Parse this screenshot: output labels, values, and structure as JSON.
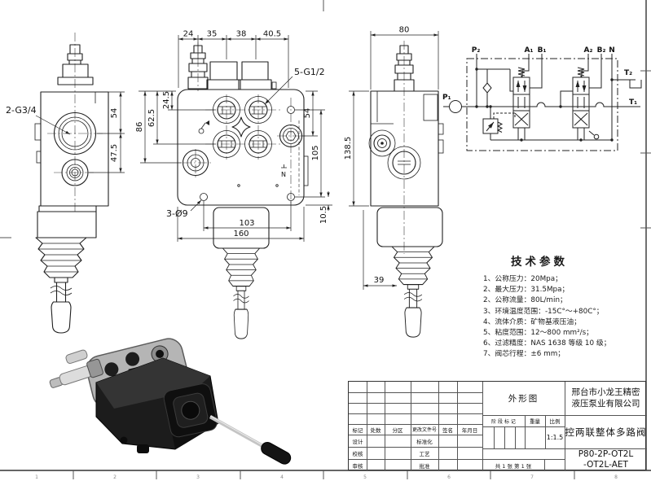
{
  "views": {
    "left": {
      "port_label": "2-G3/4",
      "d54": "54",
      "d475": "47.5"
    },
    "center": {
      "d24": "24",
      "d35": "35",
      "d38": "38",
      "d405": "40.5",
      "d86": "86",
      "d625": "62.5",
      "d245": "24.5",
      "d54": "54",
      "d105": "105",
      "d10_5": "10.5",
      "d103": "103",
      "d160": "160",
      "port_label": "5-G1/2",
      "hole_label": "3-Ø9",
      "n_mark": "N"
    },
    "right": {
      "d80": "80",
      "d1385": "138.5",
      "d39": "39"
    }
  },
  "schematic": {
    "p1": "P₁",
    "p2": "P₂",
    "a1": "A₁",
    "b1": "B₁",
    "a2": "A₂",
    "b2": "B₂",
    "n": "N",
    "t1": "T₁",
    "t2": "T₂"
  },
  "tech_params": {
    "title": "技术参数",
    "items": [
      "1、公称压力：20Mpa；",
      "2、最大压力：31.5Mpa；",
      "2、公称流量：80L/min；",
      "3、环境温度范围：-15C°～+80C°；",
      "4、流体介质：矿物基液压油；",
      "5、粘度范围：12～800 mm²/s；",
      "6、过滤精度：NAS 1638 等级 10 级；",
      "7、阀芯行程：±6 mm；"
    ]
  },
  "title_block": {
    "drawing_type": "外形图",
    "company_line1": "邢台市小龙王精密",
    "company_line2": "液压泵业有限公司",
    "product_name": "控两联整体多路阀",
    "model_line1": "P80-2P-OT2L",
    "model_line2": "-OT2L-AET",
    "scale_value": "1:1.5",
    "sheet_info": "共 1 张  第 1 张",
    "h_mark": "标记",
    "h_count": "处数",
    "h_zone": "分区",
    "h_doc": "更改文件号",
    "h_sign": "签名",
    "h_date": "年月日",
    "r_design": "设计",
    "r_check": "校核",
    "r_audit": "审核",
    "r_std": "标准化",
    "r_proc": "工艺",
    "r_appr": "批准",
    "h_stage": "阶 段 标 记",
    "h_weight": "重量",
    "h_scale": "比例"
  },
  "frame": {
    "zones": [
      "1",
      "2",
      "3",
      "4",
      "5",
      "6",
      "7",
      "8"
    ]
  }
}
